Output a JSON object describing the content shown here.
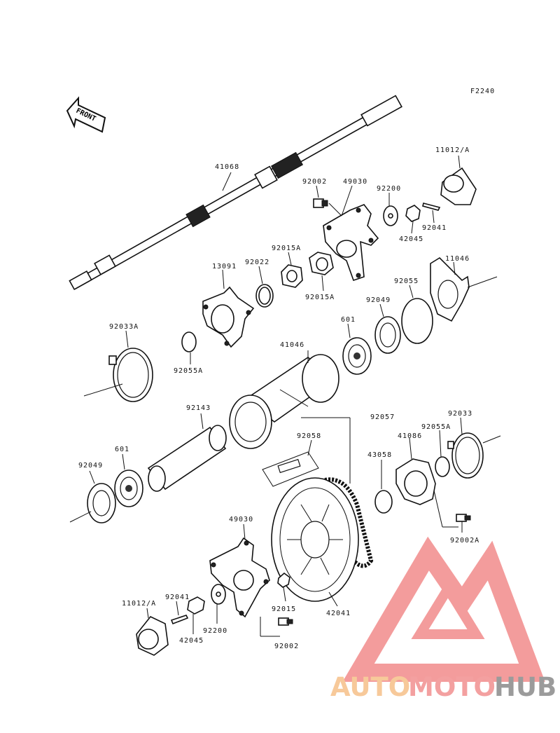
{
  "figure_code": "F2240",
  "front_label": "FRONT",
  "watermark": {
    "part1": "AUTO",
    "part2": "MOTO",
    "part3": "HUB",
    "color1": "#f7c99a",
    "color2": "#f3a0a0",
    "color3": "#9b9b9b",
    "logo_color": "#f28b8b"
  },
  "labels": {
    "p41068": "41068",
    "p92002_top": "92002",
    "p49030_top": "49030",
    "p92200_top": "92200",
    "p11012a_top": "11012/A",
    "p92041_top": "92041",
    "p42045_top": "42045",
    "p11046": "11046",
    "p92015a_1": "92015A",
    "p92015a_2": "92015A",
    "p13091": "13091",
    "p92022": "92022",
    "p92055": "92055",
    "p92049_top": "92049",
    "p601_top": "601",
    "p92033a": "92033A",
    "p92055a_left": "92055A",
    "p41046": "41046",
    "p92143": "92143",
    "p92057": "92057",
    "p92058": "92058",
    "p92033": "92033",
    "p92055a_right": "92055A",
    "p41086": "41086",
    "p43058": "43058",
    "p601_bottom": "601",
    "p92049_bottom": "92049",
    "p92002a": "92002A",
    "p49030_bottom": "49030",
    "p92041_bottom": "92041",
    "p11012a_bottom": "11012/A",
    "p42045_bottom": "42045",
    "p92200_bottom": "92200",
    "p92015": "92015",
    "p92002_bottom": "92002",
    "p42041": "42041"
  }
}
